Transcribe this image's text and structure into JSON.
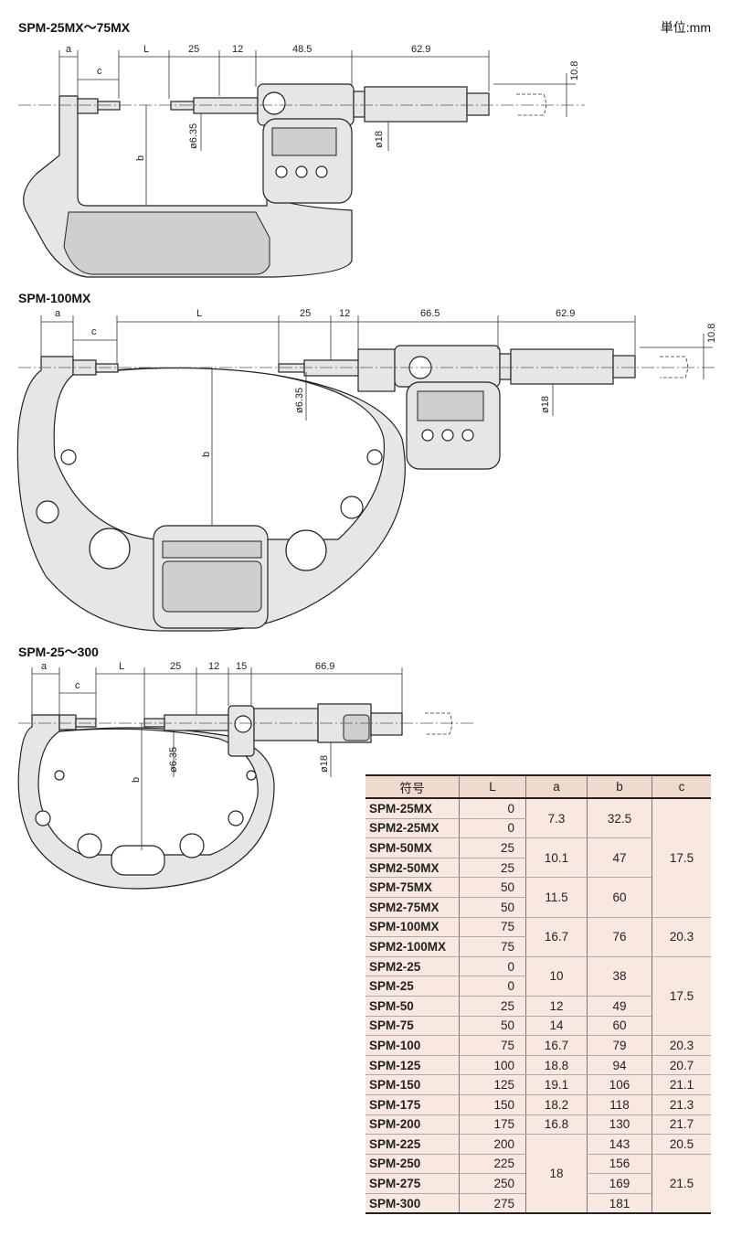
{
  "unit_label": "単位:mm",
  "drawings": [
    {
      "title": "SPM-25MX～75MX",
      "dims": {
        "a": "a",
        "c": "c",
        "L": "L",
        "d25": "25",
        "d12": "12",
        "d3": "48.5",
        "d4": "62.9",
        "h": "10.8",
        "spindle": "ø6.35",
        "thimble": "ø18",
        "b": "b"
      }
    },
    {
      "title": "SPM-100MX",
      "dims": {
        "a": "a",
        "c": "c",
        "L": "L",
        "d25": "25",
        "d12": "12",
        "d3": "66.5",
        "d4": "62.9",
        "h": "10.8",
        "spindle": "ø6.35",
        "thimble": "ø18",
        "b": "b"
      }
    },
    {
      "title": "SPM-25～300",
      "dims": {
        "a": "a",
        "c": "c",
        "L": "L",
        "d25": "25",
        "d12": "12",
        "d3": "15",
        "d4": "66.9",
        "spindle": "ø6.35",
        "thimble": "ø18",
        "b": "b"
      }
    }
  ],
  "table": {
    "headers": [
      "符号",
      "L",
      "a",
      "b",
      "c"
    ],
    "codes": [
      "SPM-25MX",
      "SPM2-25MX",
      "SPM-50MX",
      "SPM2-50MX",
      "SPM-75MX",
      "SPM2-75MX",
      "SPM-100MX",
      "SPM2-100MX",
      "SPM2-25",
      "SPM-25",
      "SPM-50",
      "SPM-75",
      "SPM-100",
      "SPM-125",
      "SPM-150",
      "SPM-175",
      "SPM-200",
      "SPM-225",
      "SPM-250",
      "SPM-275",
      "SPM-300"
    ],
    "L": [
      "0",
      "0",
      "25",
      "25",
      "50",
      "50",
      "75",
      "75",
      "0",
      "0",
      "25",
      "50",
      "75",
      "100",
      "125",
      "150",
      "175",
      "200",
      "225",
      "250",
      "275"
    ],
    "a_groups": [
      {
        "value": "7.3",
        "rows": 2
      },
      {
        "value": "10.1",
        "rows": 2
      },
      {
        "value": "11.5",
        "rows": 2
      },
      {
        "value": "16.7",
        "rows": 2
      },
      {
        "value": "10",
        "rows": 2
      },
      {
        "value": "12",
        "rows": 1
      },
      {
        "value": "14",
        "rows": 1
      },
      {
        "value": "16.7",
        "rows": 1
      },
      {
        "value": "18.8",
        "rows": 1
      },
      {
        "value": "19.1",
        "rows": 1
      },
      {
        "value": "18.2",
        "rows": 1
      },
      {
        "value": "16.8",
        "rows": 1
      },
      {
        "value": "18",
        "rows": 4
      }
    ],
    "b_groups": [
      {
        "value": "32.5",
        "rows": 2
      },
      {
        "value": "47",
        "rows": 2
      },
      {
        "value": "60",
        "rows": 2
      },
      {
        "value": "76",
        "rows": 2
      },
      {
        "value": "38",
        "rows": 2
      },
      {
        "value": "49",
        "rows": 1
      },
      {
        "value": "60",
        "rows": 1
      },
      {
        "value": "79",
        "rows": 1
      },
      {
        "value": "94",
        "rows": 1
      },
      {
        "value": "106",
        "rows": 1
      },
      {
        "value": "118",
        "rows": 1
      },
      {
        "value": "130",
        "rows": 1
      },
      {
        "value": "143",
        "rows": 1
      },
      {
        "value": "156",
        "rows": 1
      },
      {
        "value": "169",
        "rows": 1
      },
      {
        "value": "181",
        "rows": 1
      }
    ],
    "c_groups": [
      {
        "value": "17.5",
        "rows": 6
      },
      {
        "value": "20.3",
        "rows": 2
      },
      {
        "value": "17.5",
        "rows": 4
      },
      {
        "value": "20.3",
        "rows": 1
      },
      {
        "value": "20.7",
        "rows": 1
      },
      {
        "value": "21.1",
        "rows": 1
      },
      {
        "value": "21.3",
        "rows": 1
      },
      {
        "value": "21.7",
        "rows": 1
      },
      {
        "value": "20.5",
        "rows": 1
      },
      {
        "value": "21.5",
        "rows": 3
      }
    ]
  }
}
